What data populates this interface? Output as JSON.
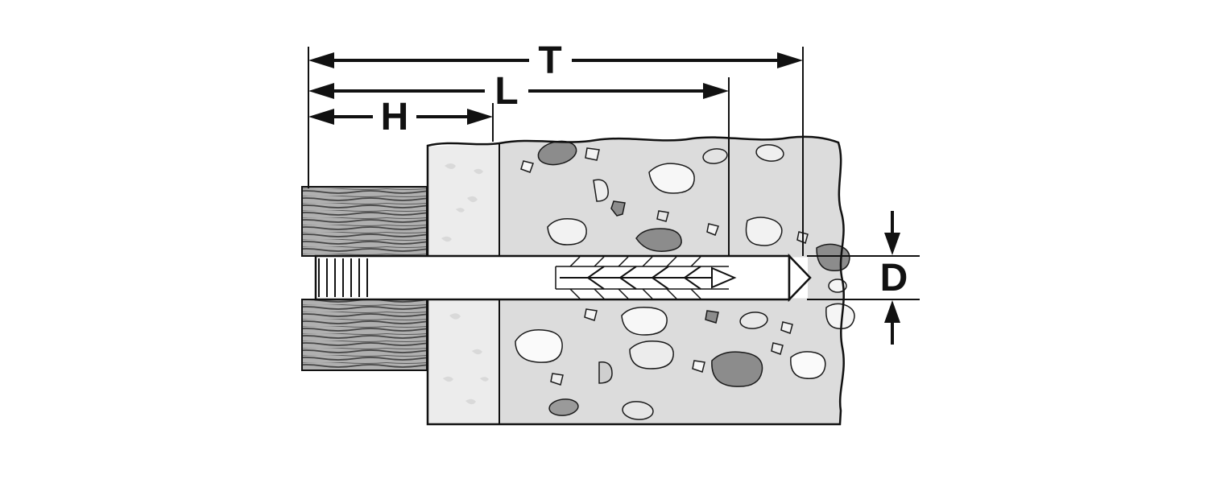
{
  "diagram": {
    "labels": {
      "T": "T",
      "L": "L",
      "H": "H",
      "D": "D"
    },
    "colors": {
      "line": "#111111",
      "concrete": "#dcdcdc",
      "plaster": "#ececec",
      "wood_base": "#b0b0b0",
      "wood_grain": "#454545",
      "stone_dark": "#8c8c8c",
      "stone_light": "#f5f5f5",
      "background": "#ffffff"
    }
  }
}
